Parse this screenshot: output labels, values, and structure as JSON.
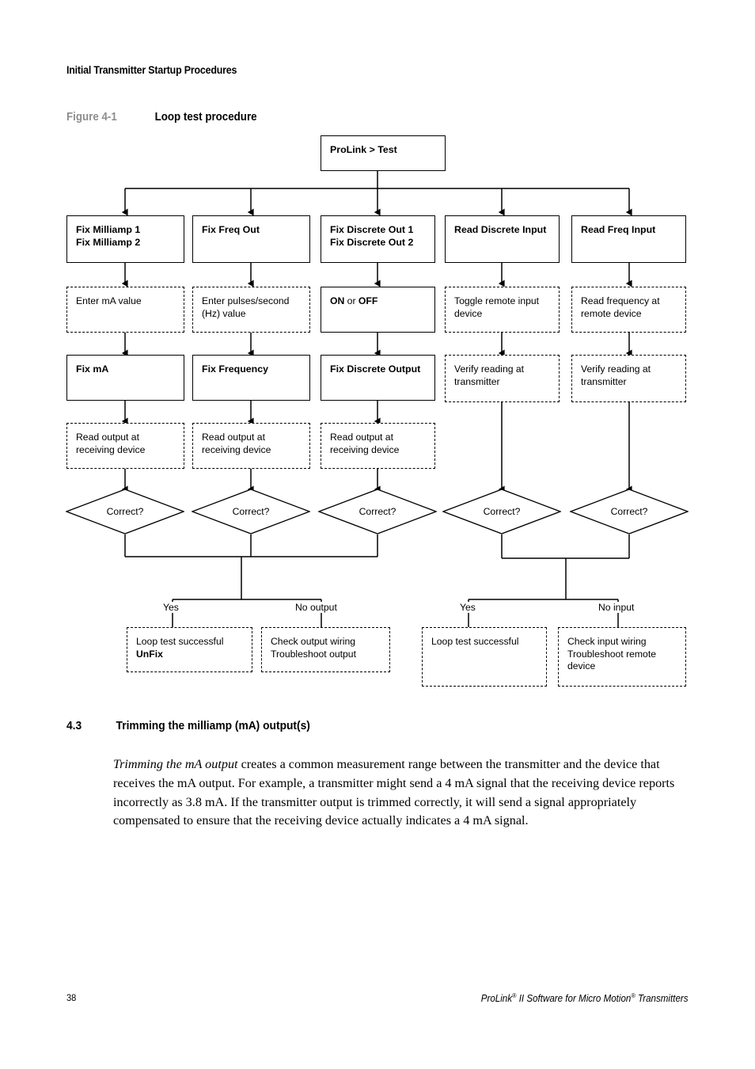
{
  "page": {
    "running_header": "Initial Transmitter Startup Procedures",
    "page_number": "38",
    "footer_title_pre": "ProLink",
    "footer_title_mid": " II Software for Micro Motion",
    "footer_title_post": " Transmitters",
    "registered_mark": "®"
  },
  "figure": {
    "number": "Figure 4-1",
    "title": "Loop test procedure"
  },
  "flow": {
    "root": "ProLink > Test",
    "columns": [
      {
        "id": "milliamp",
        "action": "Fix Milliamp 1\nFix Milliamp 2",
        "input": "Enter mA value",
        "fix": "Fix mA",
        "read": "Read output at\nreceiving device",
        "decision": "Correct?"
      },
      {
        "id": "freq-out",
        "action": "Fix Freq Out",
        "input": "Enter pulses/second\n(Hz) value",
        "fix": "Fix Frequency",
        "read": "Read output at\nreceiving device",
        "decision": "Correct?"
      },
      {
        "id": "discrete-out",
        "action": "Fix Discrete Out 1\nFix Discrete Out 2",
        "input_bold_1": "ON",
        "input_plain": " or ",
        "input_bold_2": "OFF",
        "fix": "Fix Discrete Output",
        "read": "Read output at\nreceiving device",
        "decision": "Correct?"
      },
      {
        "id": "discrete-input",
        "action": "Read Discrete Input",
        "input": "Toggle remote input\ndevice",
        "verify": "Verify reading at\ntransmitter",
        "decision": "Correct?"
      },
      {
        "id": "freq-input",
        "action": "Read Freq Input",
        "input": "Read frequency at\nremote device",
        "verify": "Verify reading at\ntransmitter",
        "decision": "Correct?"
      }
    ],
    "outcomes": {
      "left": {
        "yes_label": "Yes",
        "no_label": "No output",
        "yes_line1": "Loop test successful",
        "yes_line2_bold": "UnFix",
        "no_text": "Check output wiring\nTroubleshoot output"
      },
      "right": {
        "yes_label": "Yes",
        "no_label": "No input",
        "yes_text": "Loop test successful",
        "no_text": "Check input wiring\nTroubleshoot remote\ndevice"
      }
    }
  },
  "section": {
    "number": "4.3",
    "title": "Trimming the milliamp (mA) output(s)",
    "paragraph_italic": "Trimming the mA output",
    "paragraph_rest": " creates a common measurement range between the transmitter and the device that receives the mA output. For example, a transmitter might send a 4 mA signal that the receiving device reports incorrectly as 3.8 mA. If the transmitter output is trimmed correctly, it will send a signal appropriately compensated to ensure that the receiving device actually indicates a 4 mA signal."
  },
  "colors": {
    "figure_number": "#8d8d8d",
    "text": "#000000",
    "background": "#ffffff"
  }
}
